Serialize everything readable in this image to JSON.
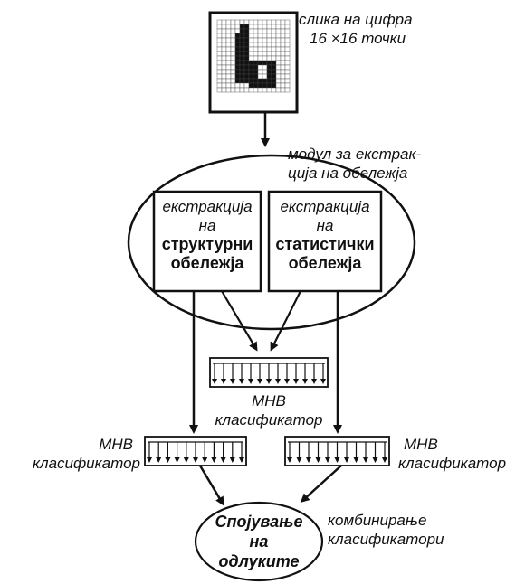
{
  "input": {
    "line1": "слика на цифра",
    "line2": "16 ×16 точки"
  },
  "module": {
    "line1": "модул за екстрак-",
    "line2": "ција на обележја"
  },
  "boxes": [
    {
      "line1": "екстракција",
      "line2": "на",
      "line3": "структурни",
      "line4": "обележја"
    },
    {
      "line1": "екстракција",
      "line2": "на",
      "line3": "статистички",
      "line4": "обележја"
    }
  ],
  "classifiers": {
    "center": {
      "line1": "МНВ",
      "line2": "класификатор"
    },
    "left": {
      "line1": "МНВ",
      "line2": "класификатор"
    },
    "right": {
      "line1": "МНВ",
      "line2": "класификатор"
    }
  },
  "fusion": {
    "line1": "Спојување",
    "line2": "на",
    "line3": "одлуките"
  },
  "combination": {
    "line1": "комбинирање",
    "line2": "класификатори"
  }
}
